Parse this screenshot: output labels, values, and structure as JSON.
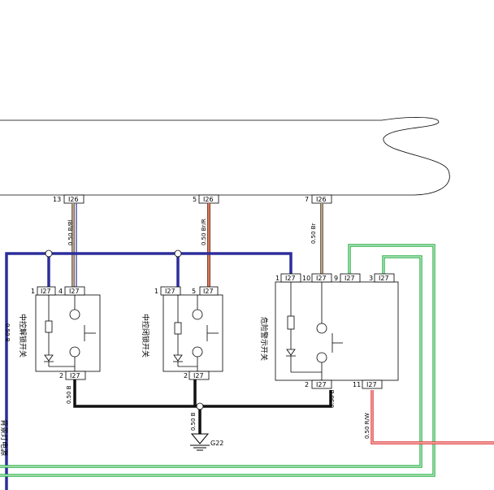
{
  "connectors": {
    "top_13": {
      "pin": "13",
      "id": "I26"
    },
    "top_5": {
      "pin": "5",
      "id": "I26"
    },
    "top_7": {
      "pin": "7",
      "id": "I26"
    },
    "sw1_pin1": {
      "pin": "1",
      "id": "I27"
    },
    "sw1_pin4": {
      "pin": "4",
      "id": "I27"
    },
    "sw1_pin2": {
      "pin": "2",
      "id": "I27"
    },
    "sw2_pin1": {
      "pin": "1",
      "id": "I27"
    },
    "sw2_pin5": {
      "pin": "5",
      "id": "I27"
    },
    "sw2_pin2": {
      "pin": "2",
      "id": "I27"
    },
    "sw3_pin1": {
      "pin": "1",
      "id": "I27"
    },
    "sw3_pin10": {
      "pin": "10",
      "id": "I27"
    },
    "sw3_pin9": {
      "pin": "9",
      "id": "I27"
    },
    "sw3_pin3": {
      "pin": "3",
      "id": "I27"
    },
    "sw3_pin2": {
      "pin": "2",
      "id": "I27"
    },
    "sw3_pin11": {
      "pin": "11",
      "id": "I27"
    }
  },
  "wires": {
    "w13": "0.50 B/Bl",
    "w5": "0.50 Br/R",
    "w7": "0.50 Br",
    "sw1_ground": "0.50 B",
    "sw3_ground": "0.50 B",
    "ground_main": "0.50 B",
    "red_wire": "0.50 R/W",
    "left_blue": "0.50 B"
  },
  "switches": {
    "unlock": "中控解锁开关",
    "lock": "中控闭锁开关",
    "hazard": "危险警示开关"
  },
  "left_partial_label": "背景灯电源",
  "ground": {
    "label": "G22"
  },
  "colors": {
    "blue": "#2d2e9a",
    "tan": "#b5a18a",
    "brown_red": "#c06a4f",
    "green": "#2bb24a",
    "red": "#e03030",
    "black": "#111111"
  }
}
